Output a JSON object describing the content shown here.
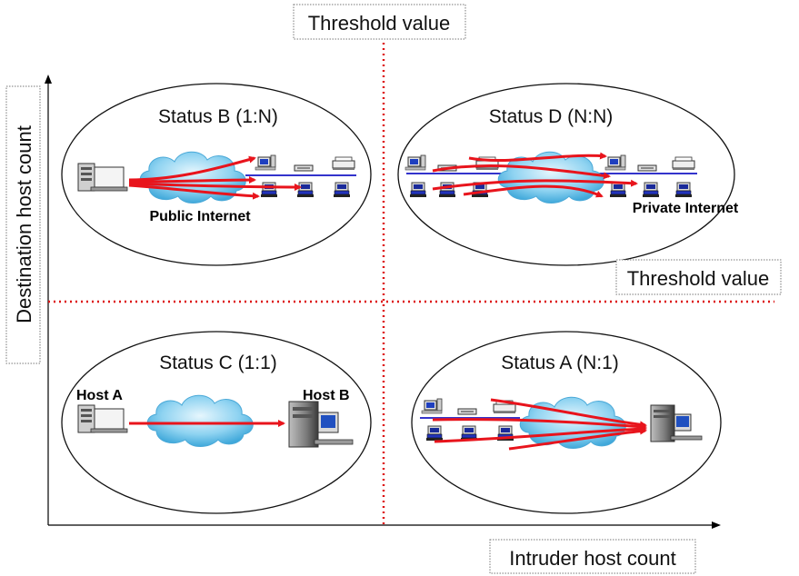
{
  "labels": {
    "threshold_top": "Threshold value",
    "threshold_right": "Threshold value",
    "y_axis": "Destination host count",
    "x_axis": "Intruder host count"
  },
  "quadrants": {
    "status_b": {
      "title": "Status B (1:N)",
      "caption": "Public  Internet"
    },
    "status_d": {
      "title": "Status D (N:N)",
      "caption": "Private Internet"
    },
    "status_c": {
      "title": "Status C (1:1)",
      "host_a": "Host A",
      "host_b": "Host B"
    },
    "status_a": {
      "title": "Status A (N:1)"
    }
  },
  "colors": {
    "threshold_line": "#dd1111",
    "arrow": "#e8141c",
    "lan_bus": "#3333cc",
    "cloud": "#6fc3ea",
    "axis": "#000000"
  },
  "icons": [
    "server-icon",
    "cloud-icon",
    "workstation-icon",
    "printer-icon",
    "tower-pc-icon"
  ]
}
